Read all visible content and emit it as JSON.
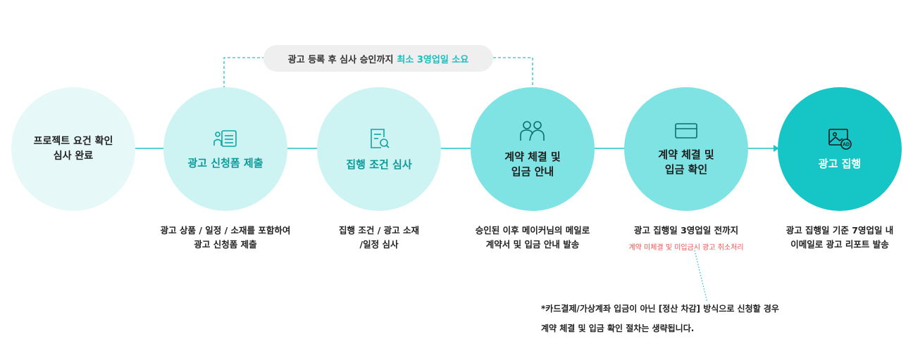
{
  "review_notice": {
    "text": "광고 등록 후 심사 승인까지",
    "highlight": "최소 3영업일 소요"
  },
  "steps": [
    {
      "title": "프로젝트 요건 확인\n심사 완료",
      "description": ""
    },
    {
      "title": "광고 신청폼 제출",
      "icon": "application-form-icon",
      "description": "광고 상품 / 일정 / 소재를 포함하여\n광고 신청폼 제출"
    },
    {
      "title": "집행 조건 심사",
      "icon": "document-search-icon",
      "description": "집행 조건 / 광고 소재\n/일정 심사"
    },
    {
      "title": "계약 체결 및\n입금 안내",
      "icon": "people-icon",
      "description": "승인된 이후 메이커님의 메일로\n계약서 및 입금 안내 발송"
    },
    {
      "title": "계약 체결 및\n입금 확인",
      "icon": "credit-card-icon",
      "description": "광고 집행일 3영업일 전까지",
      "warning": "계약 미체결 및 미입금시 광고 취소처리"
    },
    {
      "title": "광고 집행",
      "icon": "ad-image-icon",
      "description": "광고 집행일 기준 7영업일 내\n이메일로 광고 리포트 발송"
    }
  ],
  "footnote": {
    "line1": "*카드결제/가상계좌 입금이 아닌 [정산 차감] 방식으로 신청할 경우",
    "line2": "계약 체결 및 입금 확인 절차는 생략됩니다."
  },
  "colors": {
    "accent": "#18bfbf",
    "circle_lightest": "#e6f8f8",
    "circle_light": "#cdf3f3",
    "circle_mid": "#7fe3e3",
    "circle_dark": "#16c6c6",
    "warning": "#f0524d"
  }
}
